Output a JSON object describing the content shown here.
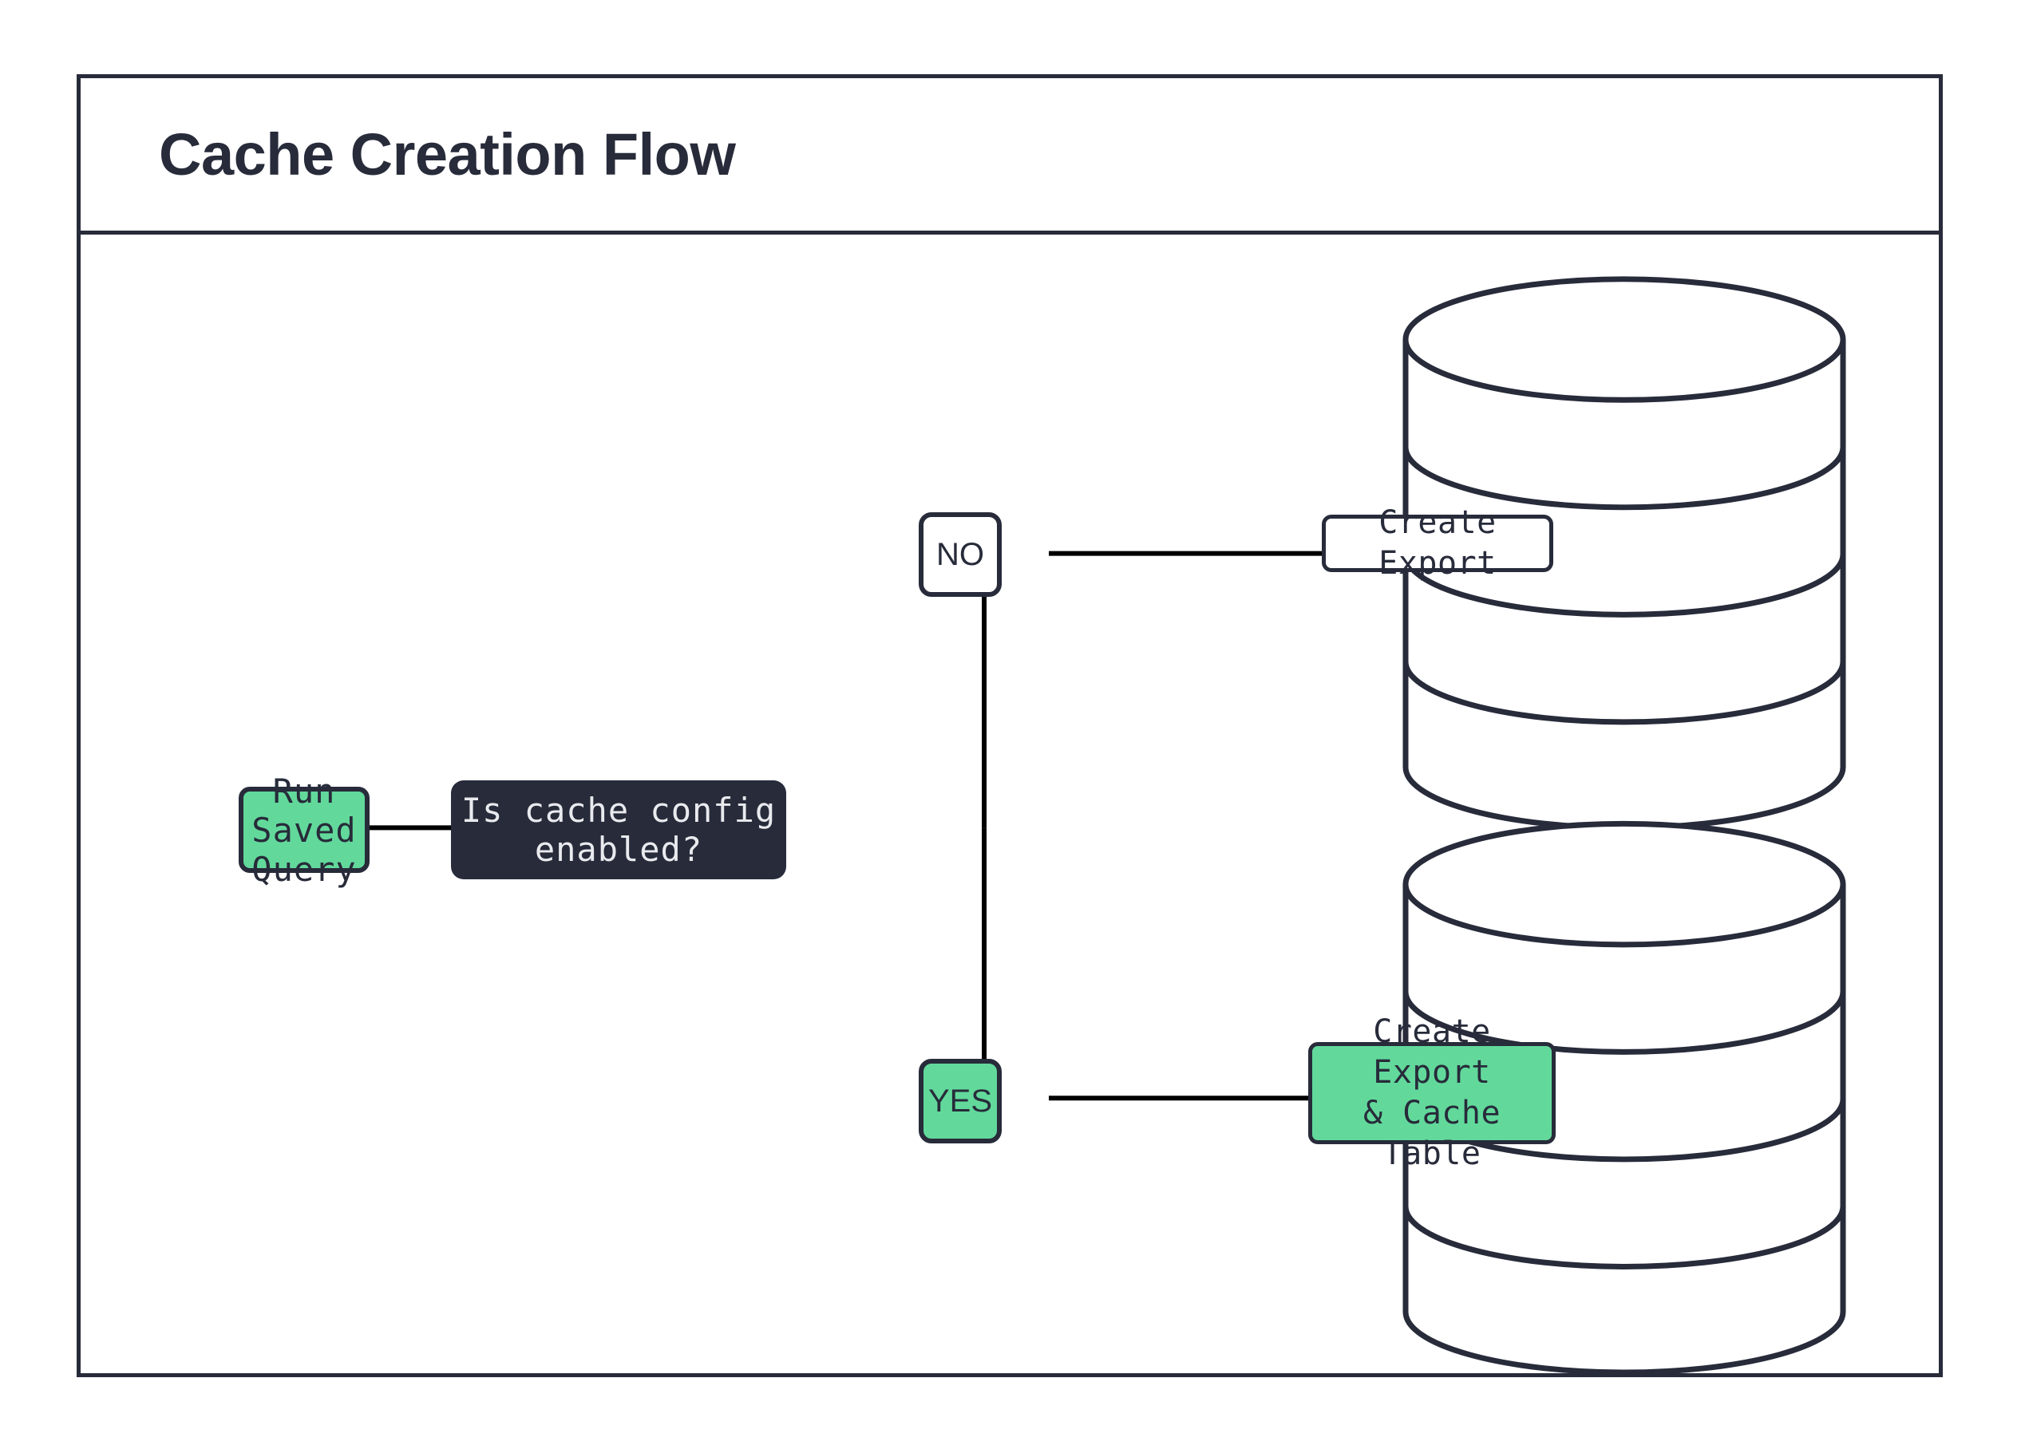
{
  "diagram": {
    "title": "Cache Creation Flow",
    "frame_border_color": "#272B3A",
    "accent_green": "#62D99B",
    "dark_navy": "#272B3A",
    "connector_color": "#000000"
  },
  "nodes": {
    "start": {
      "label": "Run Saved Query",
      "shape": "rounded-rect",
      "fill": "#62D99B"
    },
    "decision": {
      "label": "Is cache config enabled?",
      "shape": "rounded-rect",
      "fill": "#272B3A"
    },
    "branch_no": {
      "label": "NO",
      "shape": "rounded-rect",
      "fill": "#ffffff"
    },
    "branch_yes": {
      "label": "YES",
      "shape": "rounded-rect",
      "fill": "#62D99B"
    },
    "db_export": {
      "label": "Create Export",
      "shape": "cylinder",
      "fill": "#ffffff"
    },
    "db_export_cache": {
      "label": "Create Export\n& Cache Table",
      "shape": "cylinder",
      "fill": "#62D99B"
    }
  },
  "edges": [
    {
      "from": "start",
      "to": "decision",
      "label": ""
    },
    {
      "from": "decision",
      "to": "branch_no",
      "label": "NO"
    },
    {
      "from": "decision",
      "to": "branch_yes",
      "label": "YES"
    },
    {
      "from": "branch_no",
      "to": "db_export",
      "label": ""
    },
    {
      "from": "branch_yes",
      "to": "db_export_cache",
      "label": ""
    }
  ]
}
